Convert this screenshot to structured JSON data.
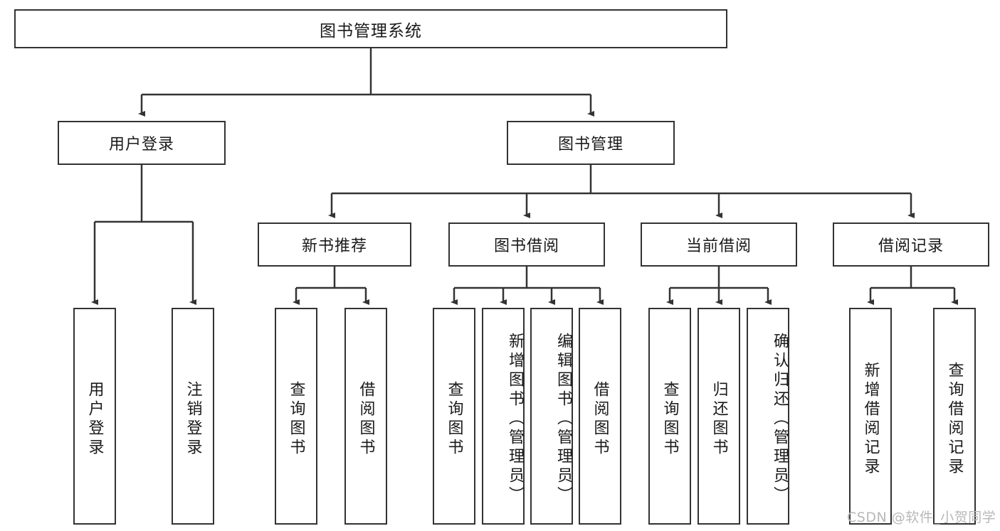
{
  "diagram": {
    "type": "tree-hierarchy",
    "title": "图书管理系统",
    "levels": {
      "level1": [
        {
          "label": "图书管理系统",
          "name": "root-node"
        }
      ],
      "level2": [
        {
          "label": "用户登录",
          "name": "node-user-login"
        },
        {
          "label": "图书管理",
          "name": "node-book-management"
        }
      ],
      "level3": [
        {
          "label": "新书推荐",
          "name": "node-new-book-recommendation"
        },
        {
          "label": "图书借阅",
          "name": "node-book-borrow"
        },
        {
          "label": "当前借阅",
          "name": "node-current-borrow"
        },
        {
          "label": "借阅记录",
          "name": "node-borrow-records"
        }
      ],
      "level4": [
        {
          "label": "用户登录",
          "name": "leaf-user-login"
        },
        {
          "label": "注销登录",
          "name": "leaf-user-logout"
        },
        {
          "label": "查询图书",
          "name": "leaf-query-book-recommend"
        },
        {
          "label": "借阅图书",
          "name": "leaf-borrow-book-recommend"
        },
        {
          "label": "查询图书",
          "name": "leaf-query-book-borrow"
        },
        {
          "label": "新增图书（管理员）",
          "name": "leaf-add-book-admin"
        },
        {
          "label": "编辑图书（管理员）",
          "name": "leaf-edit-book-admin"
        },
        {
          "label": "借阅图书",
          "name": "leaf-borrow-book"
        },
        {
          "label": "查询图书",
          "name": "leaf-query-book-current"
        },
        {
          "label": "归还图书",
          "name": "leaf-return-book"
        },
        {
          "label": "确认归还（管理员）",
          "name": "leaf-confirm-return-admin"
        },
        {
          "label": "新增借阅记录",
          "name": "leaf-add-borrow-record"
        },
        {
          "label": "查询借阅记录",
          "name": "leaf-query-borrow-record"
        }
      ]
    },
    "colors": {
      "stroke": "#333333",
      "box_fill": "#ffffff",
      "text": "#1a1a1a",
      "watermark": "#b8b8b8"
    }
  },
  "watermark": {
    "text": "CSDN @软件_小贺同学"
  }
}
